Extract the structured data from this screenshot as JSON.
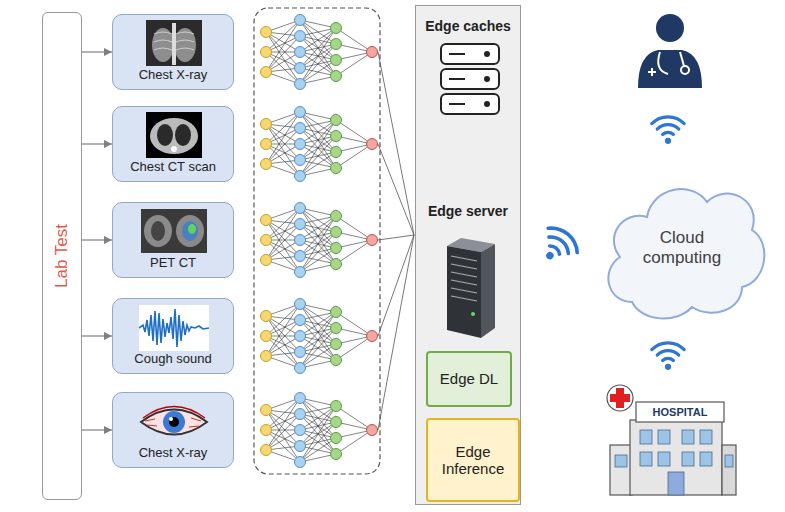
{
  "diagram": {
    "nodes": [
      {
        "text": [
          "Lab Test"
        ]
      },
      {
        "text": [
          "Chest X-ray"
        ]
      },
      {
        "text": [
          "Chest CT scan"
        ]
      },
      {
        "text": [
          "PET CT"
        ]
      },
      {
        "text": [
          "Cough sound"
        ]
      },
      {
        "text": [
          "Chest X-ray"
        ]
      },
      {
        "text": [
          "Edge caches",
          "Edge server"
        ]
      },
      {
        "text": [
          "Edge DL"
        ],
        "in": 6
      },
      {
        "text": [
          "Edge Inference"
        ],
        "in": 6
      },
      {
        "text": [
          "Cloud computing"
        ]
      }
    ],
    "edges": [
      {
        "from": 0,
        "to": 1,
        "arrow": "to"
      },
      {
        "from": 0,
        "to": 2,
        "arrow": "to"
      },
      {
        "from": 0,
        "to": 3,
        "arrow": "to"
      },
      {
        "from": 0,
        "to": 4,
        "arrow": "to"
      },
      {
        "from": 0,
        "to": 5,
        "arrow": "to"
      }
    ],
    "labels": [
      "HOSPITAL"
    ]
  }
}
